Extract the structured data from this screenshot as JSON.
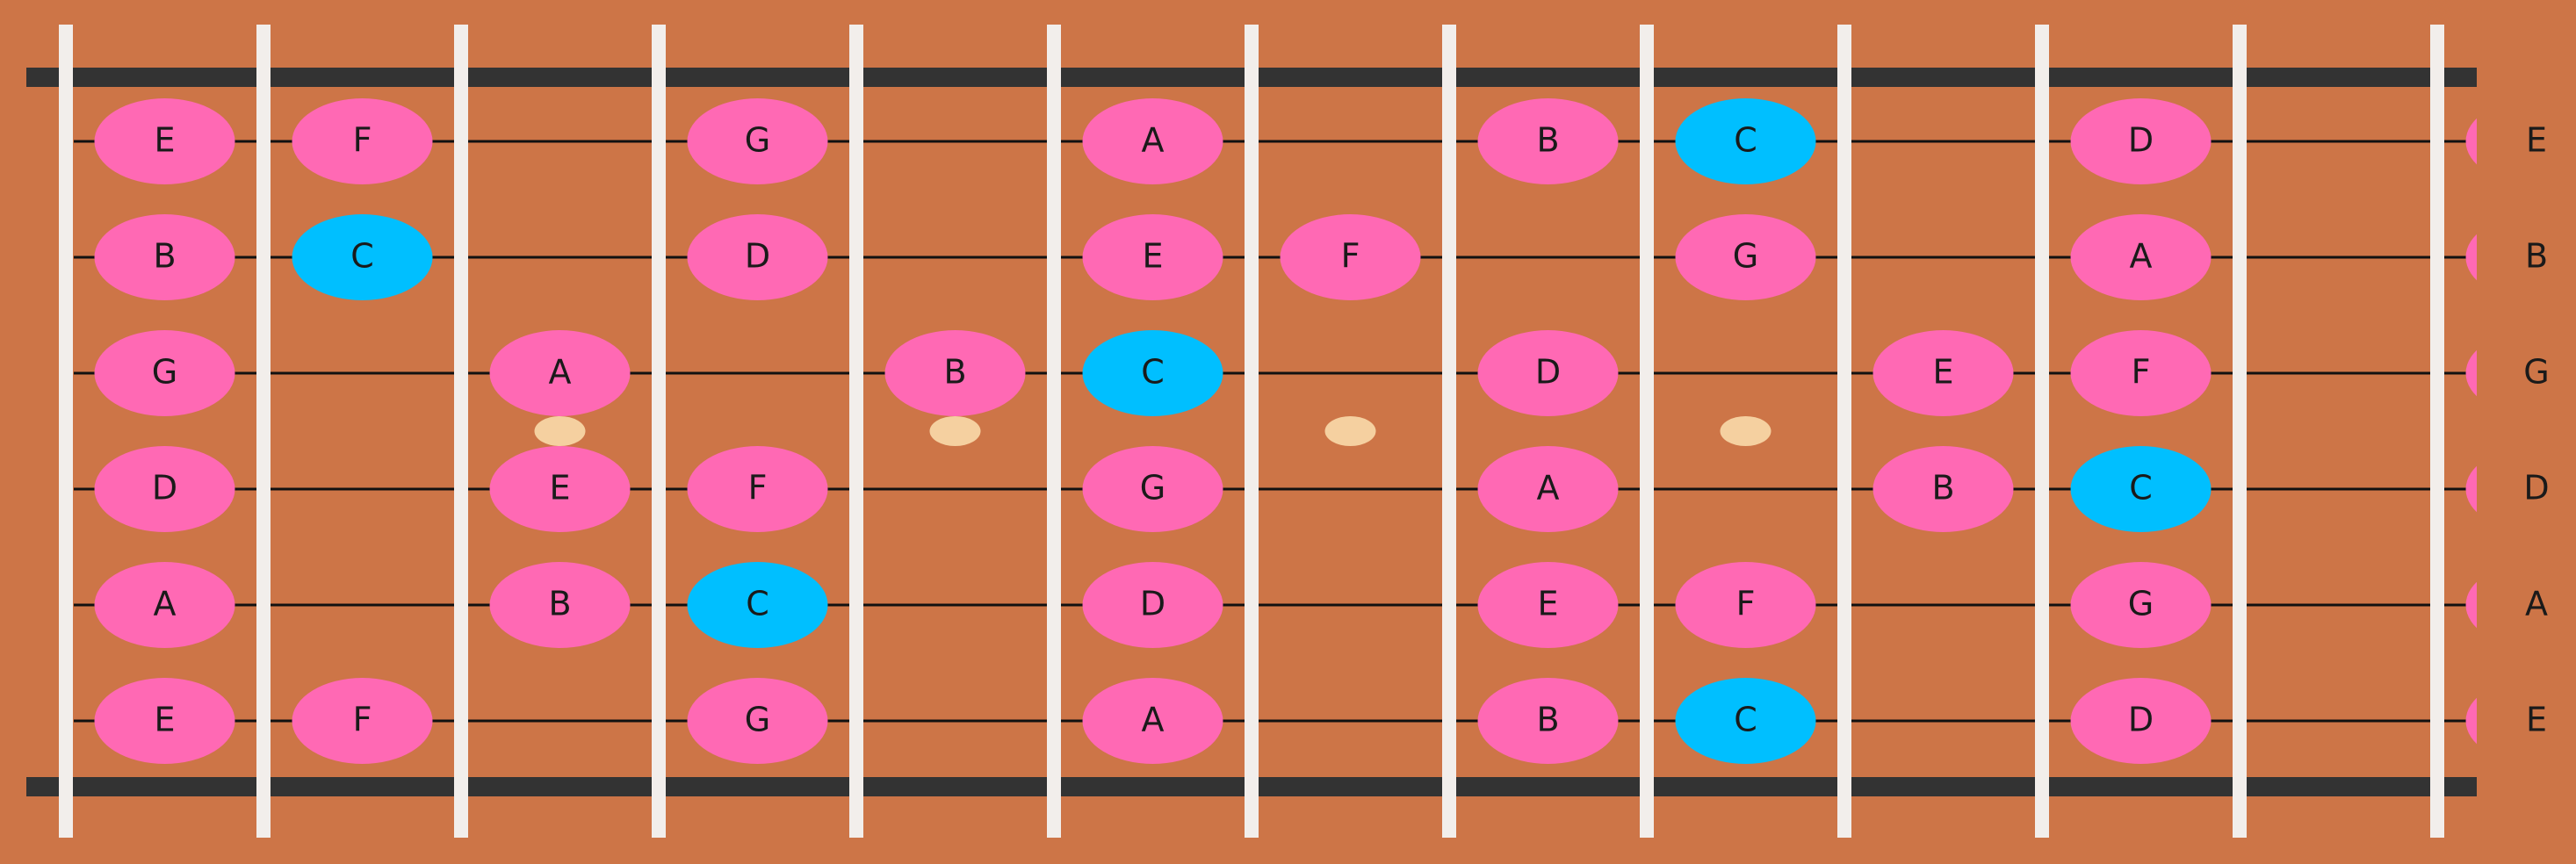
{
  "colors": {
    "background": "#CD7547",
    "fret": "#F2EEEB",
    "edge_bar": "#333333",
    "string": "#111111",
    "scale_note": "#FF69B4",
    "root_note": "#00BFFF",
    "inlay": "#F5D0A0"
  },
  "fretboard": {
    "string_count": 6,
    "fret_count": 12,
    "tuning_high_to_low": [
      "E",
      "B",
      "G",
      "D",
      "A",
      "E"
    ],
    "inlay_frets": [
      3,
      5,
      7,
      9
    ],
    "inlay_string_gap": [
      3,
      4
    ]
  },
  "root": "C",
  "notes": [
    {
      "string": 1,
      "fret": 0,
      "name": "E"
    },
    {
      "string": 1,
      "fret": 1,
      "name": "F"
    },
    {
      "string": 1,
      "fret": 3,
      "name": "G"
    },
    {
      "string": 1,
      "fret": 5,
      "name": "A"
    },
    {
      "string": 1,
      "fret": 7,
      "name": "B"
    },
    {
      "string": 1,
      "fret": 8,
      "name": "C"
    },
    {
      "string": 1,
      "fret": 10,
      "name": "D"
    },
    {
      "string": 1,
      "fret": 12,
      "name": ""
    },
    {
      "string": 2,
      "fret": 0,
      "name": "B"
    },
    {
      "string": 2,
      "fret": 1,
      "name": "C"
    },
    {
      "string": 2,
      "fret": 3,
      "name": "D"
    },
    {
      "string": 2,
      "fret": 5,
      "name": "E"
    },
    {
      "string": 2,
      "fret": 6,
      "name": "F"
    },
    {
      "string": 2,
      "fret": 8,
      "name": "G"
    },
    {
      "string": 2,
      "fret": 10,
      "name": "A"
    },
    {
      "string": 2,
      "fret": 12,
      "name": ""
    },
    {
      "string": 3,
      "fret": 0,
      "name": "G"
    },
    {
      "string": 3,
      "fret": 2,
      "name": "A"
    },
    {
      "string": 3,
      "fret": 4,
      "name": "B"
    },
    {
      "string": 3,
      "fret": 5,
      "name": "C"
    },
    {
      "string": 3,
      "fret": 7,
      "name": "D"
    },
    {
      "string": 3,
      "fret": 9,
      "name": "E"
    },
    {
      "string": 3,
      "fret": 10,
      "name": "F"
    },
    {
      "string": 3,
      "fret": 12,
      "name": ""
    },
    {
      "string": 4,
      "fret": 0,
      "name": "D"
    },
    {
      "string": 4,
      "fret": 2,
      "name": "E"
    },
    {
      "string": 4,
      "fret": 3,
      "name": "F"
    },
    {
      "string": 4,
      "fret": 5,
      "name": "G"
    },
    {
      "string": 4,
      "fret": 7,
      "name": "A"
    },
    {
      "string": 4,
      "fret": 9,
      "name": "B"
    },
    {
      "string": 4,
      "fret": 10,
      "name": "C"
    },
    {
      "string": 4,
      "fret": 12,
      "name": ""
    },
    {
      "string": 5,
      "fret": 0,
      "name": "A"
    },
    {
      "string": 5,
      "fret": 2,
      "name": "B"
    },
    {
      "string": 5,
      "fret": 3,
      "name": "C"
    },
    {
      "string": 5,
      "fret": 5,
      "name": "D"
    },
    {
      "string": 5,
      "fret": 7,
      "name": "E"
    },
    {
      "string": 5,
      "fret": 8,
      "name": "F"
    },
    {
      "string": 5,
      "fret": 10,
      "name": "G"
    },
    {
      "string": 5,
      "fret": 12,
      "name": ""
    },
    {
      "string": 6,
      "fret": 0,
      "name": "E"
    },
    {
      "string": 6,
      "fret": 1,
      "name": "F"
    },
    {
      "string": 6,
      "fret": 3,
      "name": "G"
    },
    {
      "string": 6,
      "fret": 5,
      "name": "A"
    },
    {
      "string": 6,
      "fret": 7,
      "name": "B"
    },
    {
      "string": 6,
      "fret": 8,
      "name": "C"
    },
    {
      "string": 6,
      "fret": 10,
      "name": "D"
    },
    {
      "string": 6,
      "fret": 12,
      "name": ""
    }
  ]
}
